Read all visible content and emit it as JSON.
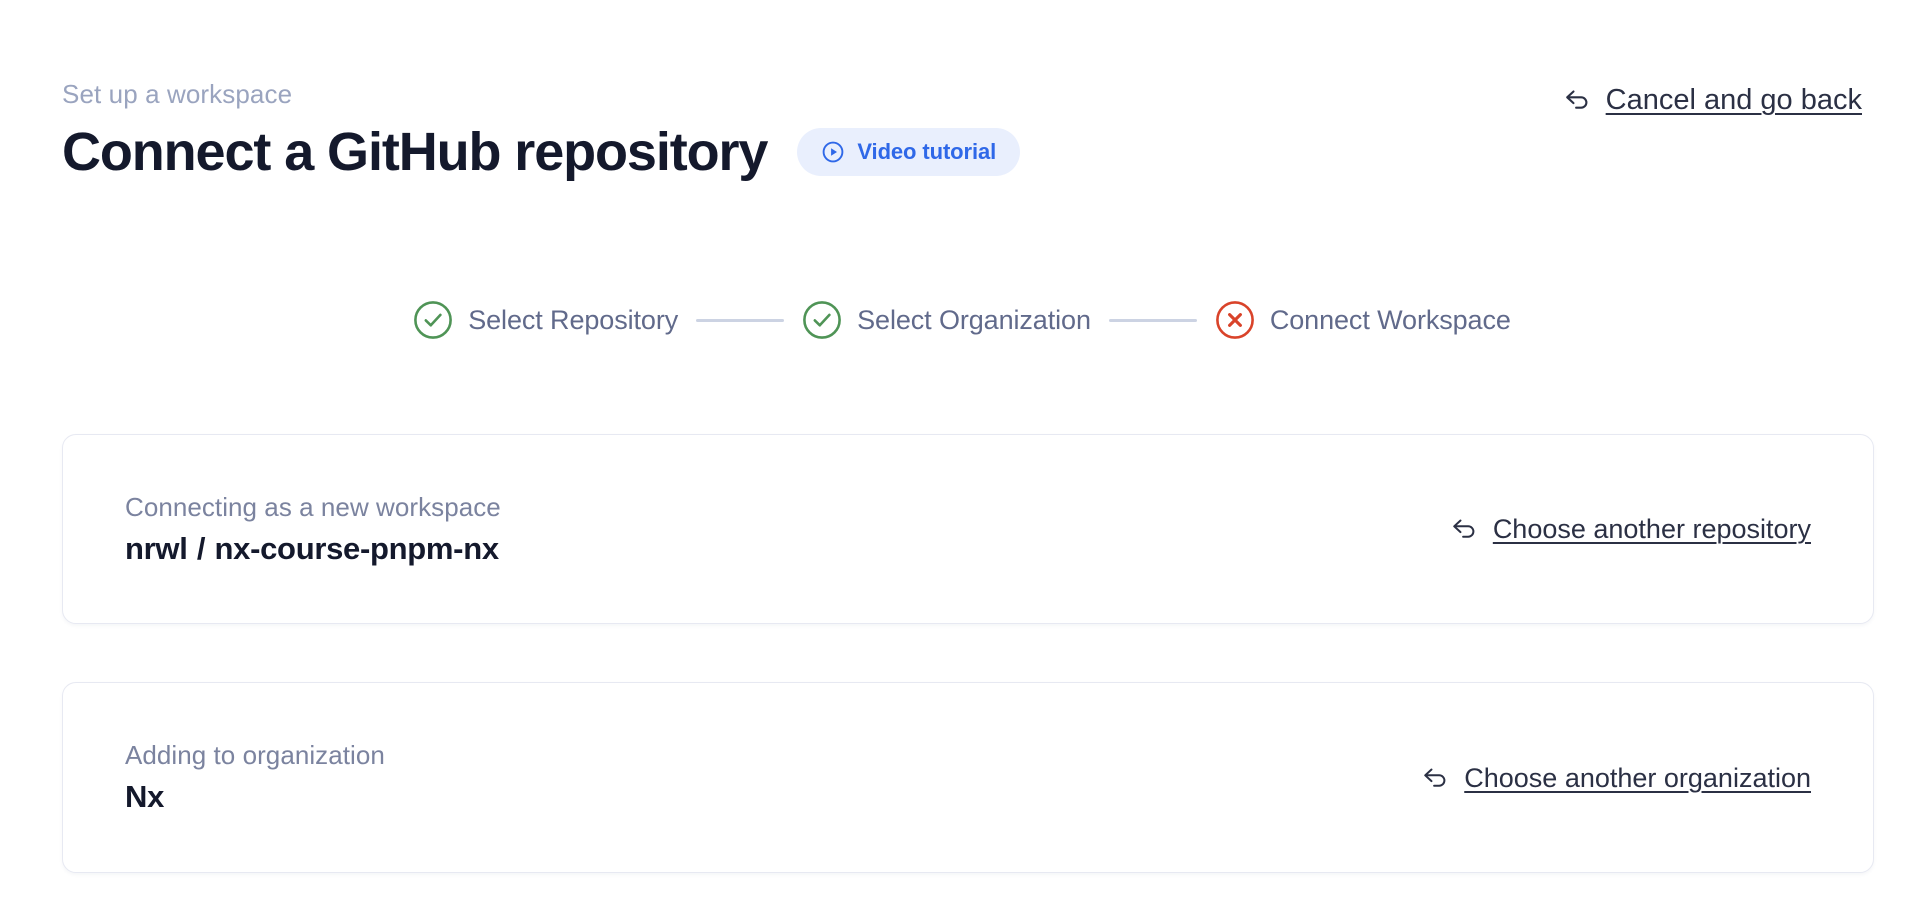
{
  "header": {
    "eyebrow": "Set up a workspace",
    "title": "Connect a GitHub repository",
    "video_tutorial_label": "Video tutorial",
    "video_tutorial_icon": "play-circle-icon",
    "cancel_label": "Cancel and go back",
    "cancel_icon": "back-arrow-icon"
  },
  "stepper": {
    "steps": [
      {
        "label": "Select Repository",
        "state": "complete",
        "icon": "check-circle-icon"
      },
      {
        "label": "Select Organization",
        "state": "complete",
        "icon": "check-circle-icon"
      },
      {
        "label": "Connect Workspace",
        "state": "error",
        "icon": "x-circle-icon"
      }
    ]
  },
  "cards": [
    {
      "caption": "Connecting as a new workspace",
      "owner": "nrwl",
      "separator": "/",
      "repo": "nx-course-pnpm-nx",
      "link_label": "Choose another repository",
      "link_icon": "back-arrow-icon"
    },
    {
      "caption": "Adding to organization",
      "value": "Nx",
      "link_label": "Choose another organization",
      "link_icon": "back-arrow-icon"
    }
  ],
  "colors": {
    "accent_blue": "#2f68e8",
    "pill_background": "#e9effd",
    "success_green": "#4f9456",
    "error_red": "#d9432a",
    "text_dark": "#14192c",
    "text_muted": "#7b839f",
    "text_eyebrow": "#9aa4bf",
    "step_label": "#616a8b",
    "card_border": "#e7e9f2",
    "connector": "#ccd3e3",
    "page_background": "#ffffff"
  }
}
